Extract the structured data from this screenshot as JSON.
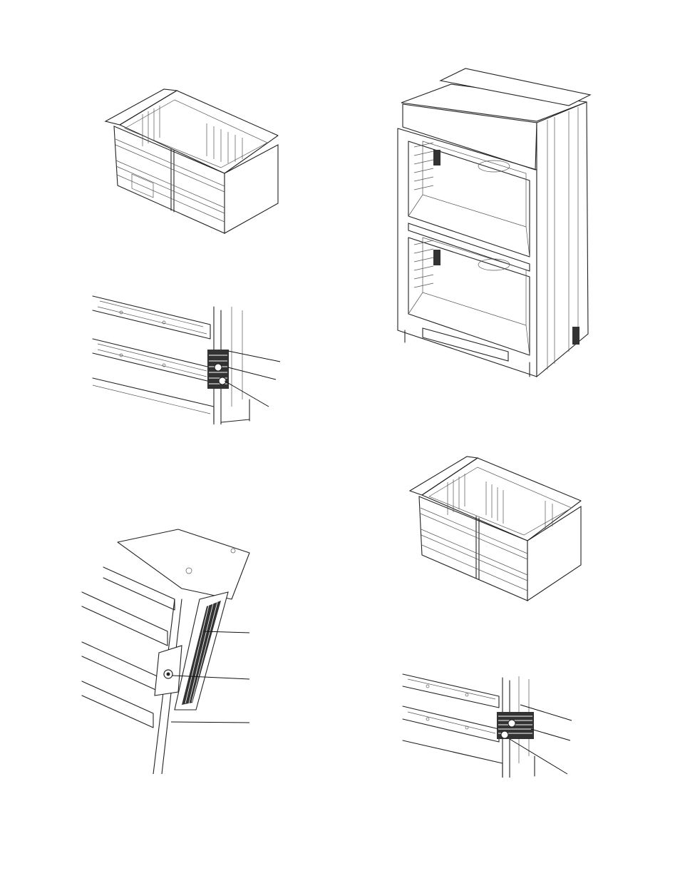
{
  "page": {
    "figures": [
      {
        "name": "single-oven-cabinet-illustration"
      },
      {
        "name": "double-oven-illustration"
      },
      {
        "name": "side-bracket-detail-top"
      },
      {
        "name": "single-oven-cabinet-illustration-2"
      },
      {
        "name": "corner-bracket-detail"
      },
      {
        "name": "side-bracket-detail-bottom"
      }
    ]
  }
}
